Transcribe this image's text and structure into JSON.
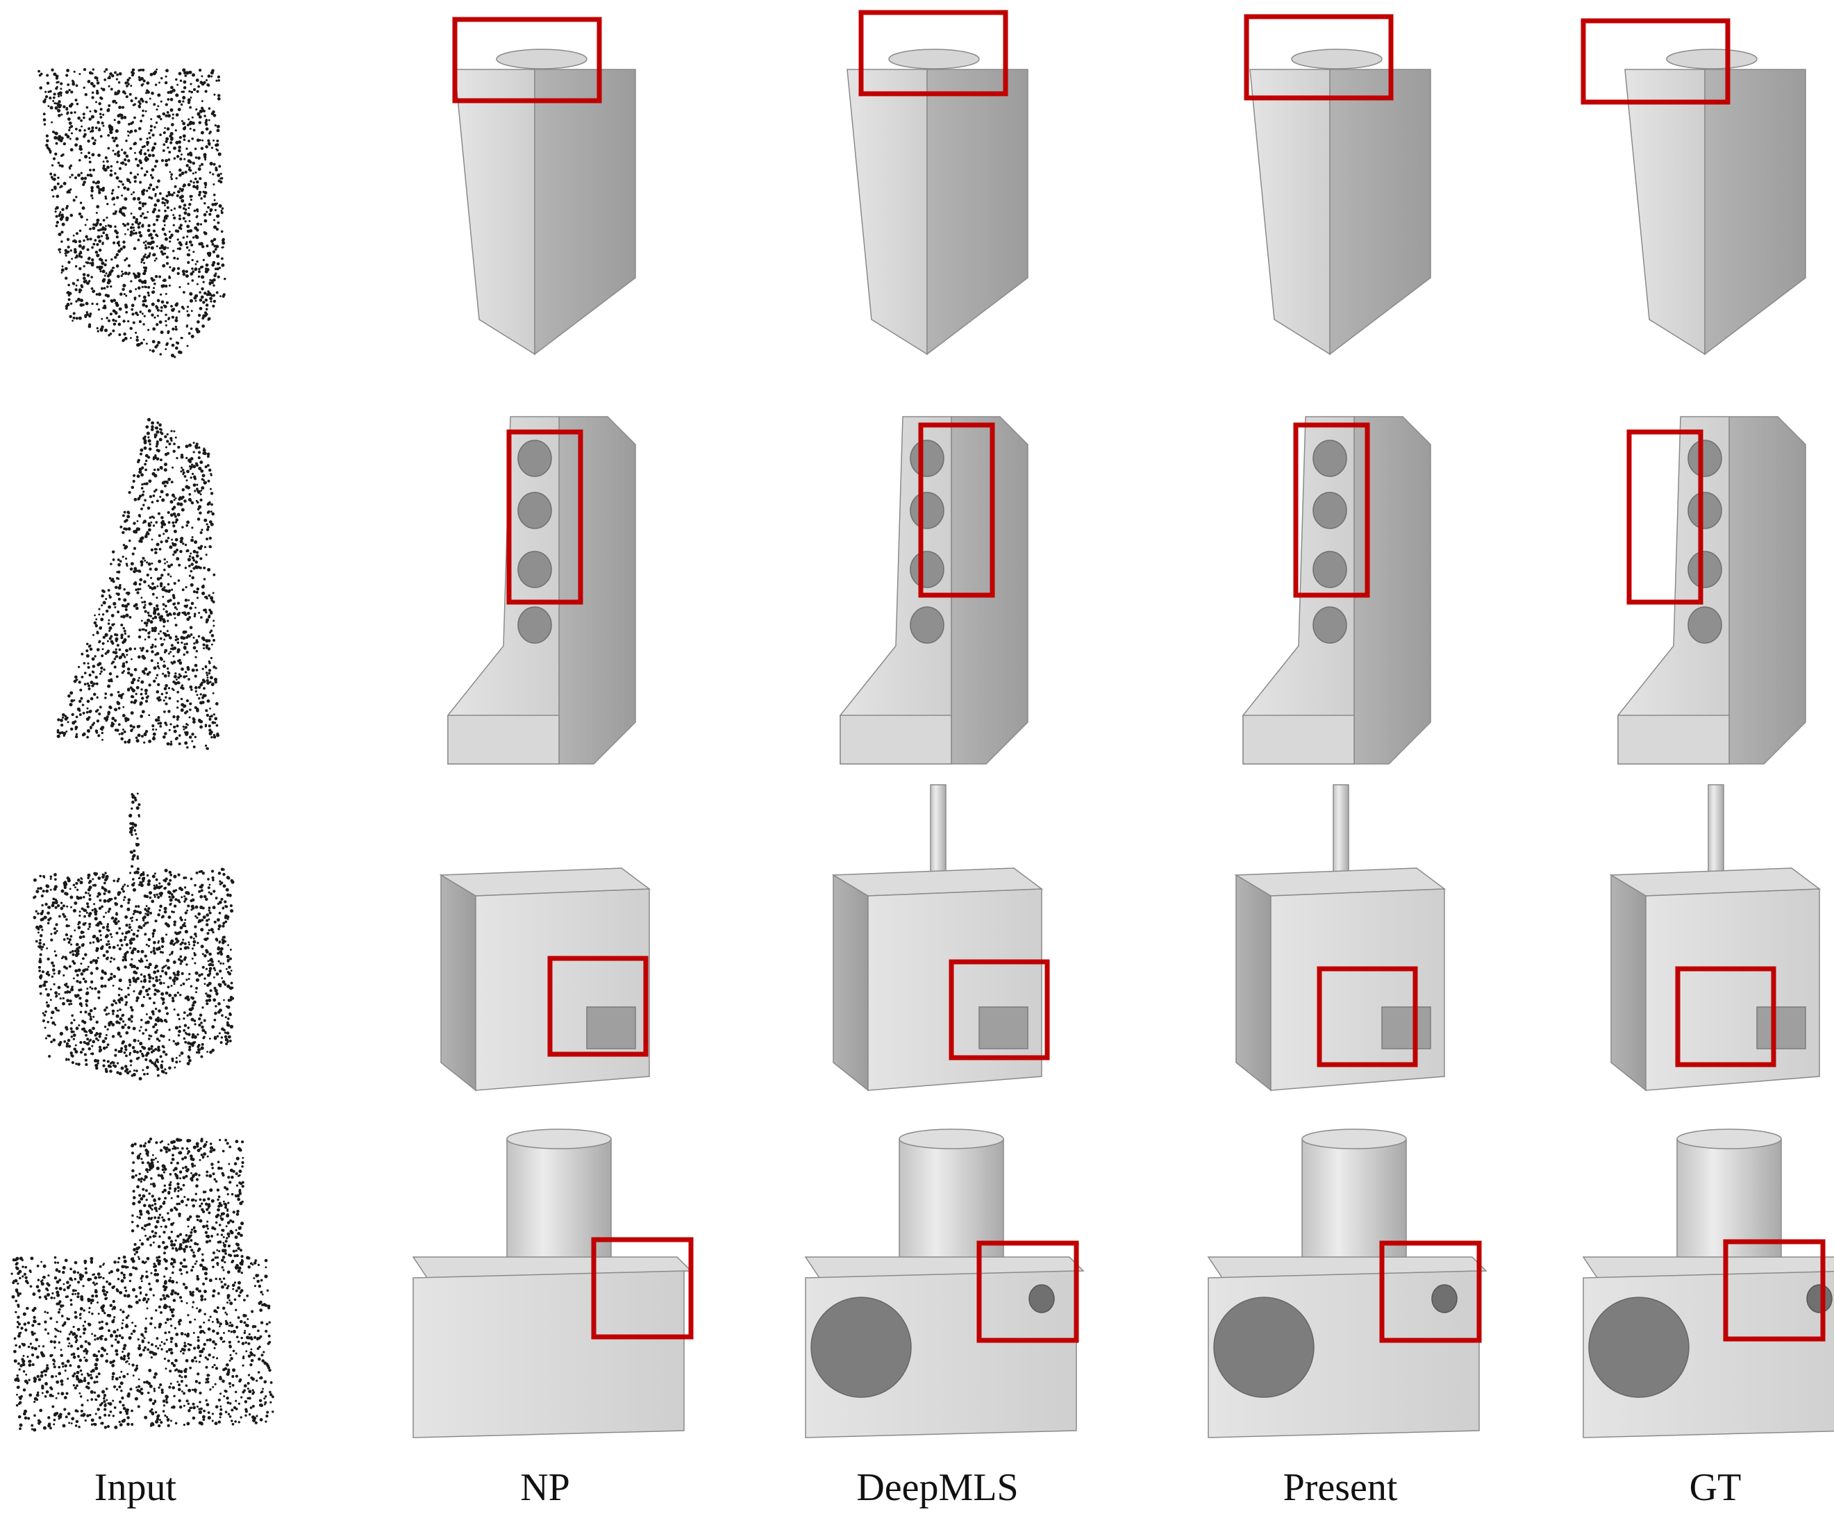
{
  "figure": {
    "columns": [
      {
        "key": "input",
        "label": "Input"
      },
      {
        "key": "np",
        "label": "NP"
      },
      {
        "key": "deepmls",
        "label": "DeepMLS"
      },
      {
        "key": "present",
        "label": "Present"
      },
      {
        "key": "gt",
        "label": "GT"
      }
    ],
    "rows": [
      {
        "shape": "tall-prism-with-top-cap"
      },
      {
        "shape": "bracket-with-holes"
      },
      {
        "shape": "motor-block-with-shaft"
      },
      {
        "shape": "block-with-cylinder-and-holes"
      }
    ],
    "colors": {
      "highlight_box": "#c00000",
      "mesh_light": "#d9d9d9",
      "mesh_mid": "#bdbdbd",
      "mesh_dark": "#9a9a9a",
      "points": "#1a1a1a"
    }
  }
}
